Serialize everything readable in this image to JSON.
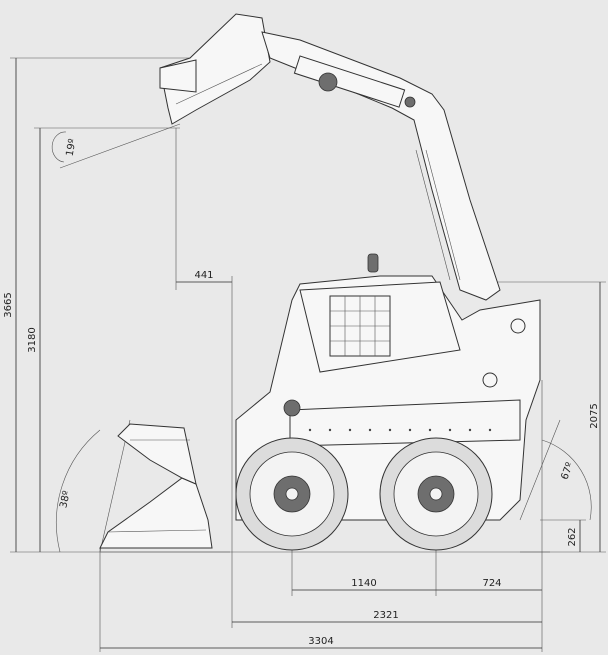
{
  "dimensions": {
    "total_height": "3665",
    "hinge_height": "3180",
    "dump_reach": "441",
    "dump_angle": "19º",
    "rollback_angle": "38º",
    "departure_angle": "67º",
    "cab_height": "2075",
    "ground_clearance": "262",
    "wheelbase": "1140",
    "rear_overhang": "724",
    "length_no_bucket": "2321",
    "length_with_bucket": "3304"
  },
  "colors": {
    "background": "#e9e9e9",
    "outline": "#333333",
    "body_fill": "#f7f7f7"
  }
}
